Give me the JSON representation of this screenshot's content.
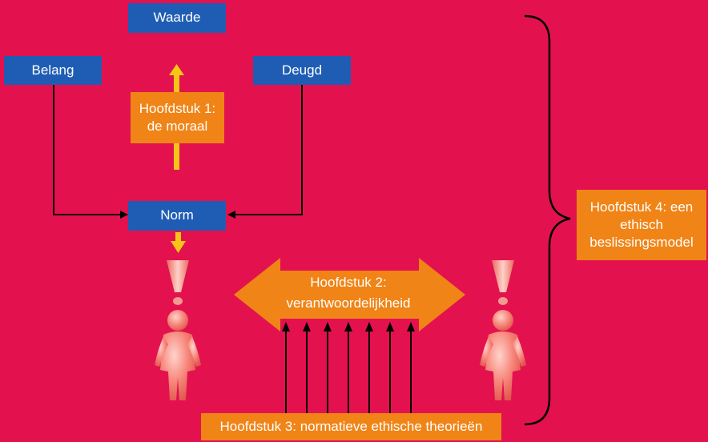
{
  "colors": {
    "background": "#e3124e",
    "blue_box": "#1f5db4",
    "orange_box": "#f08417",
    "yellow_arrow": "#f5c518",
    "line": "#000000"
  },
  "nodes": {
    "waarde": "Waarde",
    "belang": "Belang",
    "deugd": "Deugd",
    "norm": "Norm"
  },
  "chapters": {
    "h1_line1": "Hoofdstuk 1:",
    "h1_line2": "de moraal",
    "h2_line1": "Hoofdstuk 2:",
    "h2_line2": "verantwoordelijkheid",
    "h3": "Hoofdstuk 3: normatieve ethische theorieën",
    "h4_line1": "Hoofdstuk 4: een",
    "h4_line2": "ethisch",
    "h4_line3": "beslissingsmodel"
  },
  "icons": [
    "exclamation-icon",
    "person-icon"
  ]
}
